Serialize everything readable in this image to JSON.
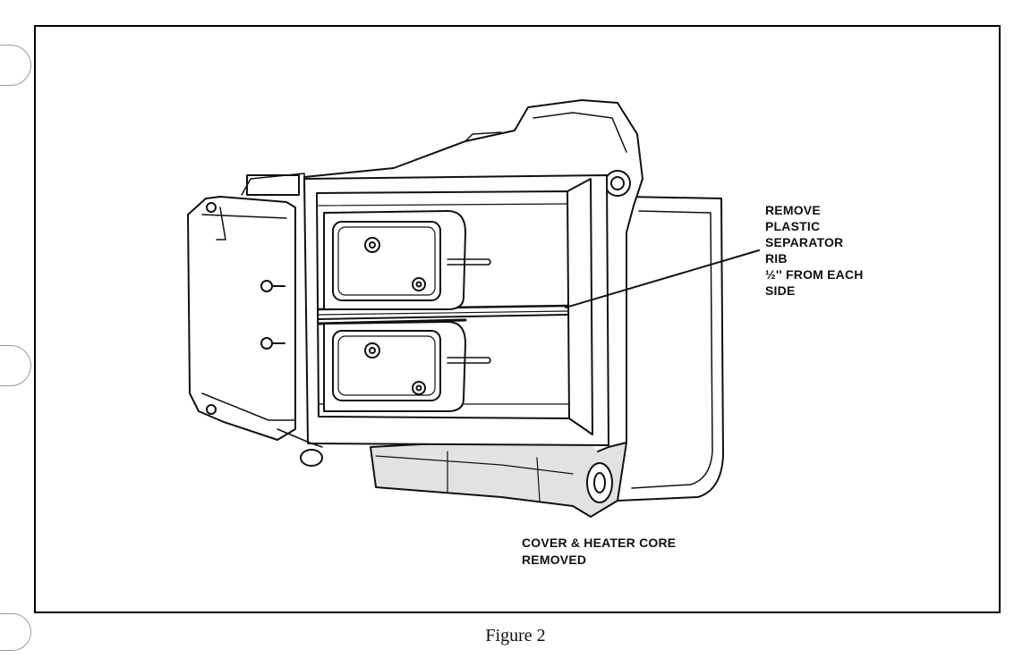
{
  "callouts": {
    "separator_rib": {
      "lines": [
        "REMOVE",
        "PLASTIC",
        "SEPARATOR",
        "RIB",
        "½'' FROM EACH",
        "SIDE"
      ]
    },
    "cover_removed": {
      "lines": [
        "COVER & HEATER CORE",
        "REMOVED"
      ]
    }
  },
  "caption": "Figure 2",
  "colors": {
    "ink": "#111111",
    "paper": "#ffffff",
    "shade": "#d8d8d8"
  }
}
